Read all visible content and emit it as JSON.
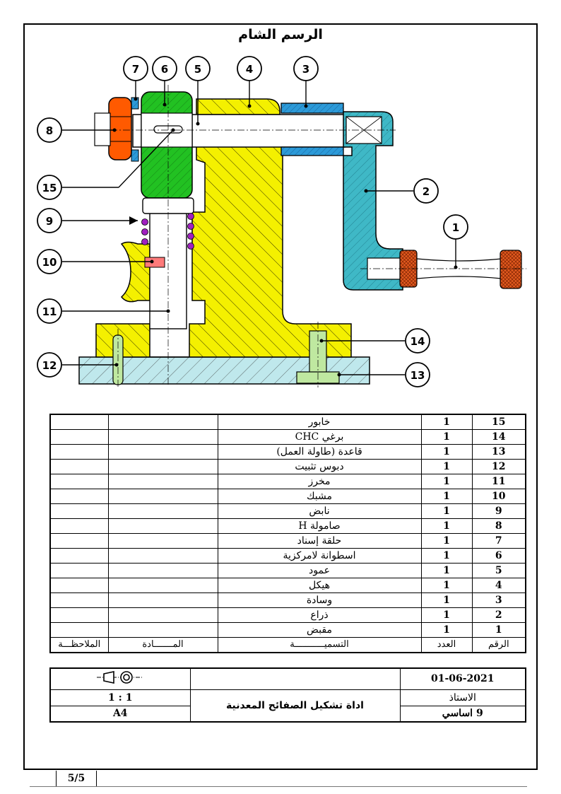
{
  "drawing": {
    "title": "الرسم الشام",
    "callouts": [
      {
        "id": "1"
      },
      {
        "id": "2"
      },
      {
        "id": "3"
      },
      {
        "id": "4"
      },
      {
        "id": "5"
      },
      {
        "id": "6"
      },
      {
        "id": "7"
      },
      {
        "id": "8"
      },
      {
        "id": "9"
      },
      {
        "id": "10"
      },
      {
        "id": "11"
      },
      {
        "id": "12"
      },
      {
        "id": "13"
      },
      {
        "id": "14"
      },
      {
        "id": "15"
      }
    ],
    "colors": {
      "frame_yellow": "#f4f000",
      "column_green": "#22c122",
      "bracket_cyan": "#3fb8c6",
      "base_cyan": "#bfe8ec",
      "nut_orange": "#ff5a00",
      "handle_orange": "#e35a1f",
      "bushing_blue": "#2c9ad8",
      "spring_purple": "#a020c0"
    }
  },
  "parts_table": {
    "headers": {
      "number": "الرقم",
      "quantity": "العدد",
      "designation": "التسميـــــــــــة",
      "material": "المـــــــادة",
      "remarks": "الملاحظـــة"
    },
    "rows": [
      {
        "number": "15",
        "quantity": "1",
        "name": "خابور"
      },
      {
        "number": "14",
        "quantity": "1",
        "name": "برغي CHC"
      },
      {
        "number": "13",
        "quantity": "1",
        "name": "قاعدة (طاولة العمل)"
      },
      {
        "number": "12",
        "quantity": "1",
        "name": "دبوس تثبيت"
      },
      {
        "number": "11",
        "quantity": "1",
        "name": "مخرز"
      },
      {
        "number": "10",
        "quantity": "1",
        "name": "مشبك"
      },
      {
        "number": "9",
        "quantity": "1",
        "name": "نابض"
      },
      {
        "number": "8",
        "quantity": "1",
        "name": "صامولة H"
      },
      {
        "number": "7",
        "quantity": "1",
        "name": "حلقة إسناد"
      },
      {
        "number": "6",
        "quantity": "1",
        "name": "اسطوانة لامركزية"
      },
      {
        "number": "5",
        "quantity": "1",
        "name": "عمود"
      },
      {
        "number": "4",
        "quantity": "1",
        "name": "هيكل"
      },
      {
        "number": "3",
        "quantity": "1",
        "name": "وسادة"
      },
      {
        "number": "2",
        "quantity": "1",
        "name": "ذراع"
      },
      {
        "number": "1",
        "quantity": "1",
        "name": "مقبض"
      }
    ]
  },
  "title_block": {
    "date": "01-06-2021",
    "teacher_label": "الاستاذ",
    "level": "9 اساسي",
    "title": "اداة تشكيل الصفائح المعدنية",
    "scale": "1 : 1",
    "format": "A4",
    "projection_icon": "first-angle-projection-icon"
  },
  "footer": {
    "page": "5/5"
  }
}
